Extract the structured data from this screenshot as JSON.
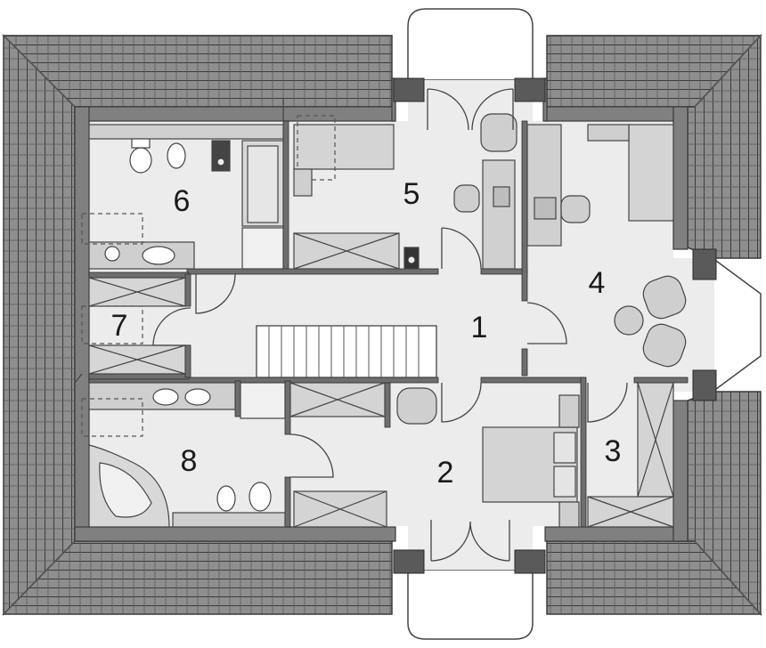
{
  "rooms": [
    {
      "id": "1",
      "label": "1"
    },
    {
      "id": "2",
      "label": "2"
    },
    {
      "id": "3",
      "label": "3"
    },
    {
      "id": "4",
      "label": "4"
    },
    {
      "id": "5",
      "label": "5"
    },
    {
      "id": "6",
      "label": "6"
    },
    {
      "id": "7",
      "label": "7"
    },
    {
      "id": "8",
      "label": "8"
    }
  ],
  "colors": {
    "roof": "#8c8c8c",
    "roof_line": "#3c3c3c",
    "wall": "#808080",
    "wall_dark": "#5a5a5a",
    "floor": "#ececec",
    "fixture": "#c8c8c8",
    "outline": "#444444"
  }
}
